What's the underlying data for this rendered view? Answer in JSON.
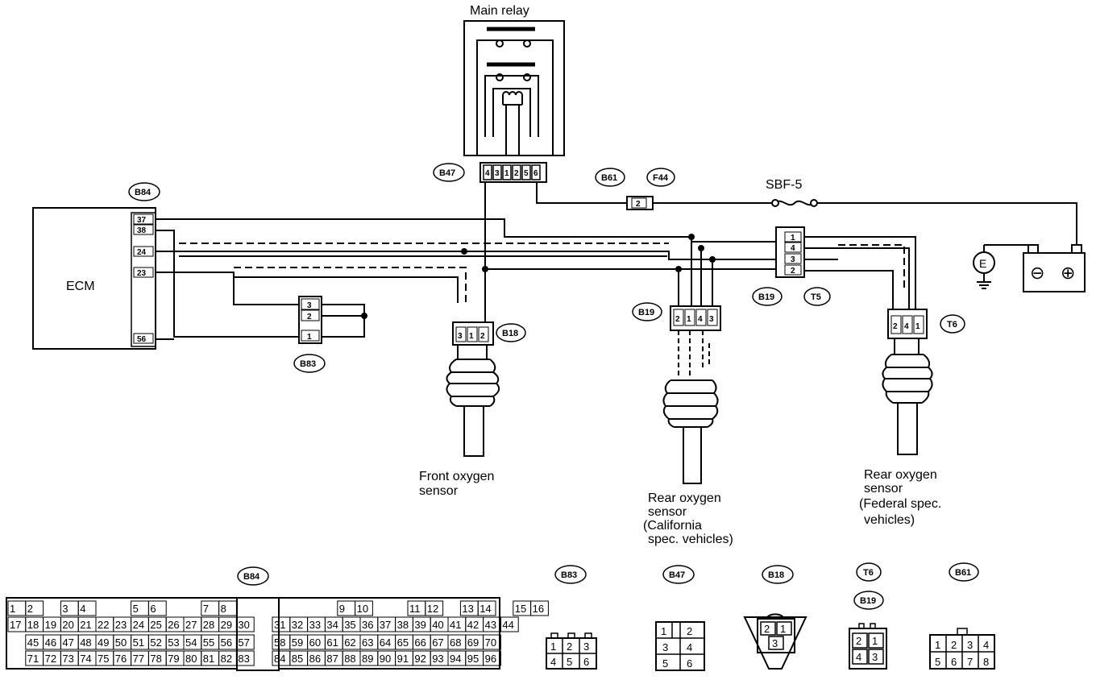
{
  "diagram": {
    "main_relay": {
      "label": "Main relay",
      "connector": "B47",
      "pins": [
        "4",
        "3",
        "1",
        "2",
        "5",
        "6"
      ]
    },
    "ecm": {
      "label": "ECM",
      "connector": "B84",
      "pins": [
        "37",
        "38",
        "24",
        "23",
        "56"
      ]
    },
    "fuse": {
      "label": "SBF-5"
    },
    "ground": {
      "label": "E"
    },
    "battery": {
      "neg": "⊖",
      "pos": "⊕"
    },
    "connector_b83": {
      "tag": "B83",
      "pins": [
        "3",
        "2",
        "1"
      ]
    },
    "connector_b61": {
      "tag": "B61",
      "pin": "2"
    },
    "connector_f44": {
      "tag": "F44"
    },
    "connector_t5": {
      "tag_left": "B19",
      "tag_right": "T5",
      "pins": [
        "1",
        "4",
        "3",
        "2"
      ]
    },
    "connector_b18": {
      "tag": "B18",
      "pins": [
        "3",
        "1",
        "2"
      ]
    },
    "connector_b19_sensor": {
      "tag": "B19",
      "pins": [
        "2",
        "1",
        "4",
        "3"
      ]
    },
    "connector_t6": {
      "tag": "T6",
      "pins": [
        "2",
        "4",
        "1"
      ]
    },
    "sensors": {
      "front": [
        "Front oxygen",
        "sensor"
      ],
      "rear_ca": [
        "Rear oxygen",
        "sensor",
        "(California",
        "spec. vehicles)"
      ],
      "rear_fed": [
        "Rear oxygen",
        "sensor",
        "(Federal spec.",
        "vehicles)"
      ]
    }
  },
  "pinouts": {
    "b84": {
      "tag": "B84",
      "row1": [
        "1",
        "2",
        "3",
        "4",
        "5",
        "6",
        "7",
        "8",
        "9",
        "10",
        "11",
        "12",
        "13",
        "14",
        "15",
        "16"
      ],
      "row2": [
        "17",
        "18",
        "19",
        "20",
        "21",
        "22",
        "23",
        "24",
        "25",
        "26",
        "27",
        "28",
        "29",
        "30",
        "31",
        "32",
        "33",
        "34",
        "35",
        "36",
        "37",
        "38",
        "39",
        "40",
        "41",
        "42",
        "43",
        "44"
      ],
      "row3": [
        "45",
        "46",
        "47",
        "48",
        "49",
        "50",
        "51",
        "52",
        "53",
        "54",
        "55",
        "56",
        "57",
        "58",
        "59",
        "60",
        "61",
        "62",
        "63",
        "64",
        "65",
        "66",
        "67",
        "68",
        "69",
        "70"
      ],
      "row4": [
        "71",
        "72",
        "73",
        "74",
        "75",
        "76",
        "77",
        "78",
        "79",
        "80",
        "81",
        "82",
        "83",
        "84",
        "85",
        "86",
        "87",
        "88",
        "89",
        "90",
        "91",
        "92",
        "93",
        "94",
        "95",
        "96"
      ]
    },
    "b83": {
      "tag": "B83",
      "rows": [
        [
          "1",
          "2",
          "3"
        ],
        [
          "4",
          "5",
          "6"
        ]
      ]
    },
    "b47": {
      "tag": "B47",
      "rows": [
        [
          "1",
          "",
          "2"
        ],
        [
          "3",
          "4"
        ],
        [
          "5",
          "6"
        ]
      ]
    },
    "b18": {
      "tag": "B18",
      "rows": [
        [
          "2",
          "1"
        ],
        [
          "3"
        ]
      ]
    },
    "t6": {
      "tags": [
        "T6",
        "B19"
      ],
      "rows": [
        [
          "2",
          "1"
        ],
        [
          "4",
          "3"
        ]
      ]
    },
    "b61": {
      "tag": "B61",
      "rows": [
        [
          "1",
          "2",
          "3",
          "4"
        ],
        [
          "5",
          "6",
          "7",
          "8"
        ]
      ]
    }
  }
}
